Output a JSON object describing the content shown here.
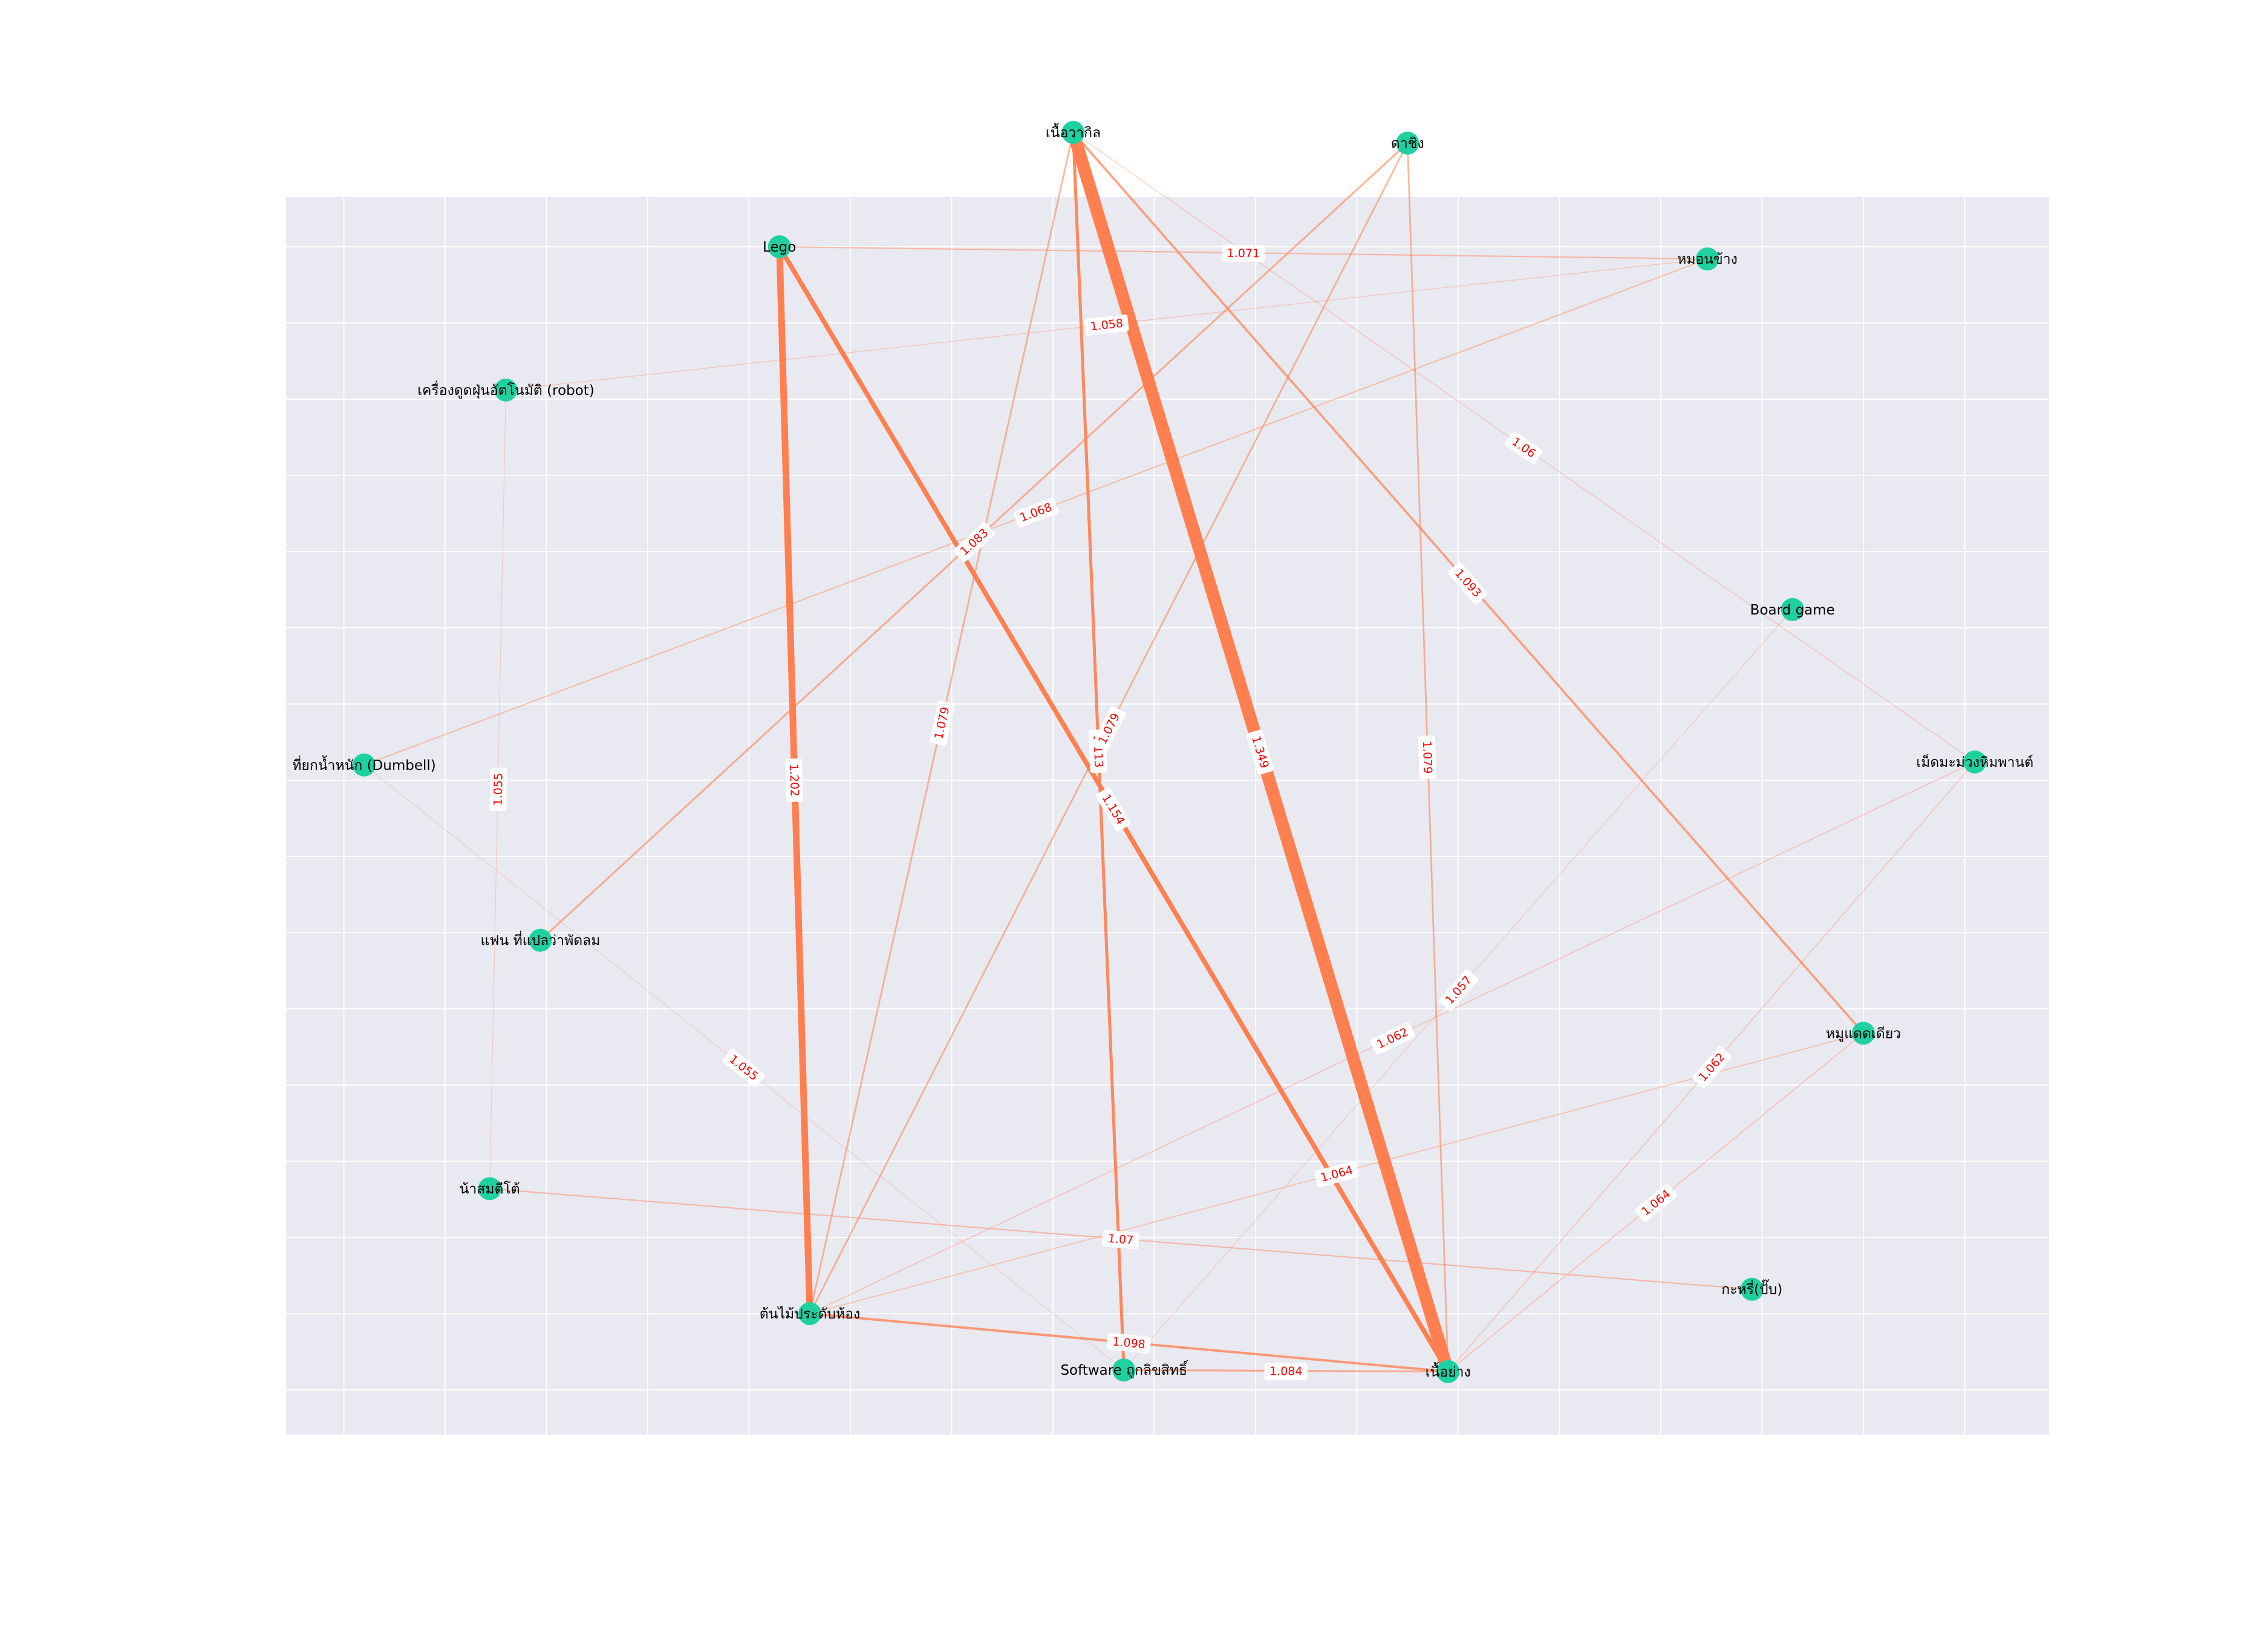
{
  "colors": {
    "plot_background": "#e9e9f1",
    "grid": "#ffffff",
    "node": "#1fd1a1",
    "edge": "#ff7f50",
    "edge_label_text": "#ff0000",
    "node_label_text": "#000000"
  },
  "chart_data": {
    "type": "network",
    "grid": true,
    "nodes": [
      {
        "id": "n1",
        "label": "เนื้อวากิล",
        "x": 2.1,
        "y": 7.75
      },
      {
        "id": "n2",
        "label": "ดาชิง",
        "x": 3.75,
        "y": 7.68
      },
      {
        "id": "n3",
        "label": "Lego",
        "x": 0.65,
        "y": 7.0
      },
      {
        "id": "n4",
        "label": "หมอนข้าง",
        "x": 5.23,
        "y": 6.92
      },
      {
        "id": "n5",
        "label": "เครื่องดูดฝุ่นอัตโนมัติ (robot)",
        "x": -0.7,
        "y": 6.06
      },
      {
        "id": "n6",
        "label": "Board game",
        "x": 5.65,
        "y": 4.62
      },
      {
        "id": "n7",
        "label": "ที่ยกน้ำหนัก (Dumbell)",
        "x": -1.4,
        "y": 3.6
      },
      {
        "id": "n8",
        "label": "เม็ดมะม่วงหิมพานต์",
        "x": 6.55,
        "y": 3.62
      },
      {
        "id": "n9",
        "label": "แฟน ที่แปลว่าพัดลม",
        "x": -0.53,
        "y": 2.45
      },
      {
        "id": "n10",
        "label": "หมูแดดเดียว",
        "x": 6.0,
        "y": 1.84
      },
      {
        "id": "n11",
        "label": "น้าสมตีโต้",
        "x": -0.78,
        "y": 0.82
      },
      {
        "id": "n12",
        "label": "กะหรี่(ปั๊บ)",
        "x": 5.45,
        "y": 0.16
      },
      {
        "id": "n13",
        "label": "ต้นไม้ประดับห้อง",
        "x": 0.8,
        "y": 0.0
      },
      {
        "id": "n14",
        "label": "Software ถูกลิขสิทธิ์",
        "x": 2.35,
        "y": -0.37
      },
      {
        "id": "n15",
        "label": "เนื้อย่าง",
        "x": 3.95,
        "y": -0.38
      }
    ],
    "edges": [
      {
        "source": "n1",
        "target": "n15",
        "weight": 1.349,
        "label": "1.349"
      },
      {
        "source": "n3",
        "target": "n13",
        "weight": 1.202,
        "label": "1.202"
      },
      {
        "source": "n3",
        "target": "n15",
        "weight": 1.154,
        "label": "1.154"
      },
      {
        "source": "n1",
        "target": "n14",
        "weight": 1.113,
        "label": "1.113"
      },
      {
        "source": "n13",
        "target": "n15",
        "weight": 1.098,
        "label": "1.098"
      },
      {
        "source": "n1",
        "target": "n10",
        "weight": 1.093,
        "label": "1.093"
      },
      {
        "source": "n14",
        "target": "n15",
        "weight": 1.084,
        "label": "1.084"
      },
      {
        "source": "n2",
        "target": "n9",
        "weight": 1.083,
        "label": "1.083"
      },
      {
        "source": "n1",
        "target": "n13",
        "weight": 1.079,
        "label": "1.079"
      },
      {
        "source": "n2",
        "target": "n13",
        "weight": 1.079,
        "label": "1.079"
      },
      {
        "source": "n2",
        "target": "n15",
        "weight": 1.079,
        "label": "1.079"
      },
      {
        "source": "n3",
        "target": "n4",
        "weight": 1.071,
        "label": "1.071"
      },
      {
        "source": "n11",
        "target": "n12",
        "weight": 1.07,
        "label": "1.07"
      },
      {
        "source": "n4",
        "target": "n7",
        "weight": 1.068,
        "label": "1.068"
      },
      {
        "source": "n13",
        "target": "n10",
        "weight": 1.064,
        "label": "1.064"
      },
      {
        "source": "n15",
        "target": "n10",
        "weight": 1.064,
        "label": "1.064"
      },
      {
        "source": "n13",
        "target": "n8",
        "weight": 1.062,
        "label": "1.062"
      },
      {
        "source": "n15",
        "target": "n8",
        "weight": 1.062,
        "label": "1.062"
      },
      {
        "source": "n1",
        "target": "n8",
        "weight": 1.06,
        "label": "1.06"
      },
      {
        "source": "n5",
        "target": "n4",
        "weight": 1.058,
        "label": "1.058"
      },
      {
        "source": "n6",
        "target": "n14",
        "weight": 1.057,
        "label": "1.057"
      },
      {
        "source": "n5",
        "target": "n11",
        "weight": 1.055,
        "label": "1.055"
      },
      {
        "source": "n7",
        "target": "n14",
        "weight": 1.055,
        "label": "1.055"
      }
    ]
  }
}
